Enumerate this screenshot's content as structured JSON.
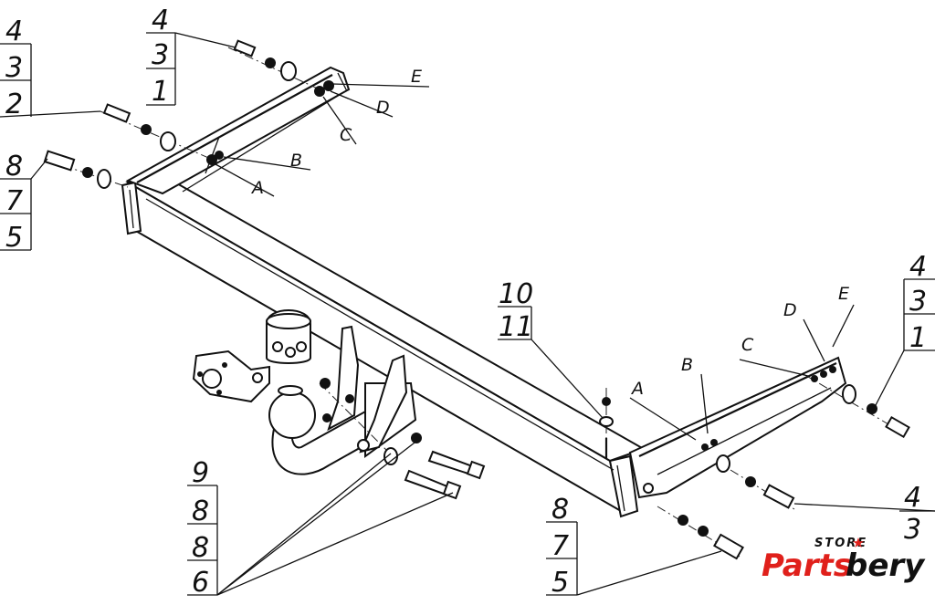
{
  "callouts": {
    "top_left_upper": [
      "4",
      "3",
      "1"
    ],
    "top_left_middle": [
      "4",
      "3",
      "2"
    ],
    "left_lower": [
      "8",
      "7",
      "5"
    ],
    "right_upper": [
      "4",
      "3",
      "1"
    ],
    "center": [
      "10",
      "11"
    ],
    "bottom_left": [
      "9",
      "8",
      "8",
      "6"
    ],
    "bottom_center": [
      "8",
      "7",
      "5"
    ],
    "right_lower": [
      "4",
      "3"
    ]
  },
  "letters": {
    "left": [
      "E",
      "D",
      "C",
      "B",
      "A"
    ],
    "right": [
      "E",
      "D",
      "C",
      "B",
      "A"
    ]
  },
  "logo": {
    "store": "STORE",
    "brand_part1": "Parts",
    "brand_part2": "bery",
    "brand_color": "#e0201b",
    "icon": "star-icon"
  }
}
